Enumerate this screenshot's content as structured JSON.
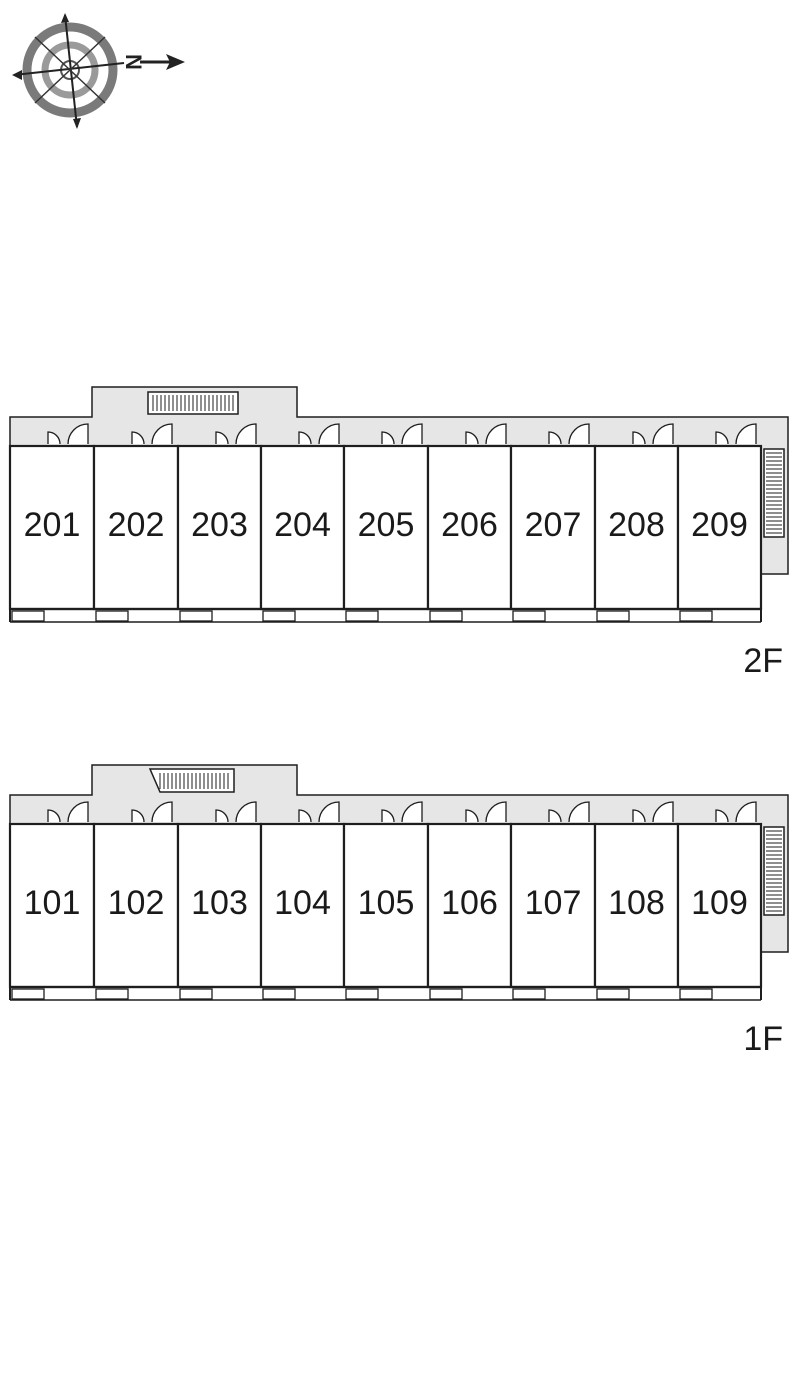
{
  "compass": {
    "north_label": "N",
    "icon": "compass-rose-icon"
  },
  "floors": [
    {
      "id": "2F",
      "label": "2F",
      "units": [
        "201",
        "202",
        "203",
        "204",
        "205",
        "206",
        "207",
        "208",
        "209"
      ]
    },
    {
      "id": "1F",
      "label": "1F",
      "units": [
        "101",
        "102",
        "103",
        "104",
        "105",
        "106",
        "107",
        "108",
        "109"
      ]
    }
  ],
  "colors": {
    "wall": "#1e1e1e",
    "corridor": "#e6e6e6",
    "stair_frame": "#cfcfcf",
    "background": "#ffffff"
  }
}
